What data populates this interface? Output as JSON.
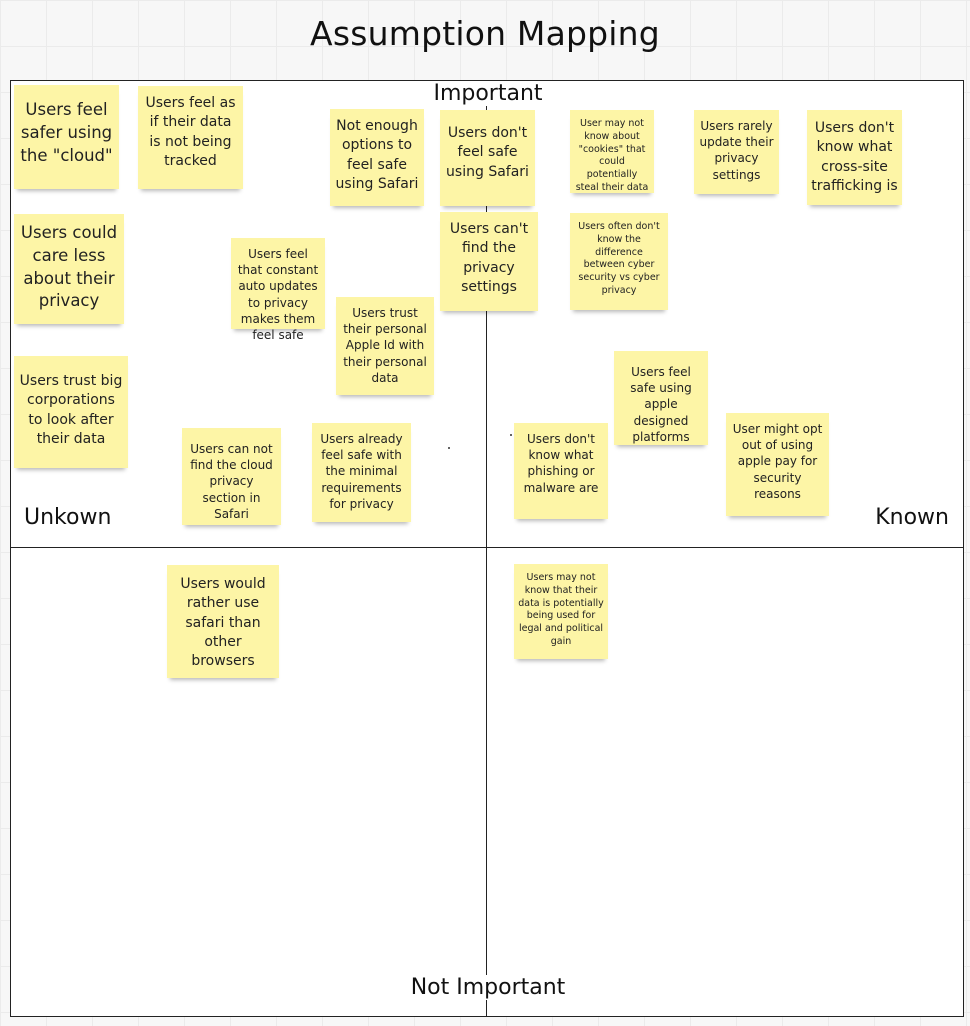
{
  "title": "Assumption Mapping",
  "axes": {
    "top": "Important",
    "bottom": "Not Important",
    "left": "Unkown",
    "right": "Known"
  },
  "notes": [
    "Users feel safer using the \"cloud\"",
    "Users feel as if their data is not being tracked",
    "Not enough options to feel safe using Safari",
    "Users don't feel safe using Safari",
    "User may not know about \"cookies\" that could potentially steal their data",
    "Users rarely update their privacy settings",
    "Users don't know what cross-site trafficking is",
    "Users could care less about their privacy",
    "Users feel that constant auto updates to privacy makes them feel safe",
    "Users can't find the privacy settings",
    "Users often don't know the difference between cyber security vs cyber privacy",
    "Users trust their personal Apple Id with their personal data",
    "Users trust big corporations to look after their data",
    "Users feel safe using apple designed platforms",
    "Users can not find the cloud privacy section in Safari",
    "Users already feel safe with the minimal requirements for privacy",
    "Users don't know what phishing or malware are",
    "User might opt out of using apple pay for security reasons",
    "Users would rather use safari than other browsers",
    "Users may not know that their data is potentially being used for legal and political gain"
  ]
}
